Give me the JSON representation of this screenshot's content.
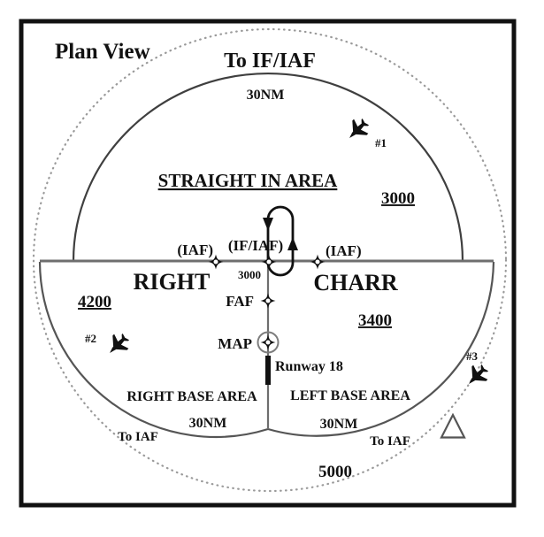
{
  "title": "Plan View",
  "diagram_type": "terminal-arrival-area-plan-view",
  "labels": {
    "plan_view": "Plan View",
    "to_if_iaf": "To IF/IAF",
    "nm_top": "30NM",
    "straight_in_area": "STRAIGHT IN AREA",
    "alt_straight_in": "3000",
    "iaf_left": "(IAF)",
    "if_iaf": "(IF/IAF)",
    "iaf_right": "(IAF)",
    "crossing_alt": "3000",
    "fix_left": "RIGHT",
    "fix_right": "CHARR",
    "alt_right_base": "4200",
    "alt_left_base": "3400",
    "faf": "FAF",
    "map": "MAP",
    "runway": "Runway 18",
    "plane1": "#1",
    "plane2": "#2",
    "plane3": "#3",
    "right_base_area": "RIGHT BASE AREA",
    "left_base_area": "LEFT BASE AREA",
    "nm_bottom_left": "30NM",
    "nm_bottom_right": "30NM",
    "to_iaf_left": "To IAF",
    "to_iaf_right": "To IAF",
    "alt_outer": "5000"
  },
  "icons": [
    "waypoint-star-icon",
    "map-circled-waypoint-icon",
    "airplane-icon",
    "holding-pattern-racetrack-icon",
    "runway-bar-icon",
    "triangle-obstacle-icon"
  ],
  "colors": {
    "ink": "#111111",
    "arc_dark": "#3f3f3f",
    "line_gray": "#6e6e6e",
    "dotted_ring": "#9a9a9a",
    "map_ring": "#7d7d7d",
    "triangle": "#555555",
    "background": "#ffffff"
  }
}
